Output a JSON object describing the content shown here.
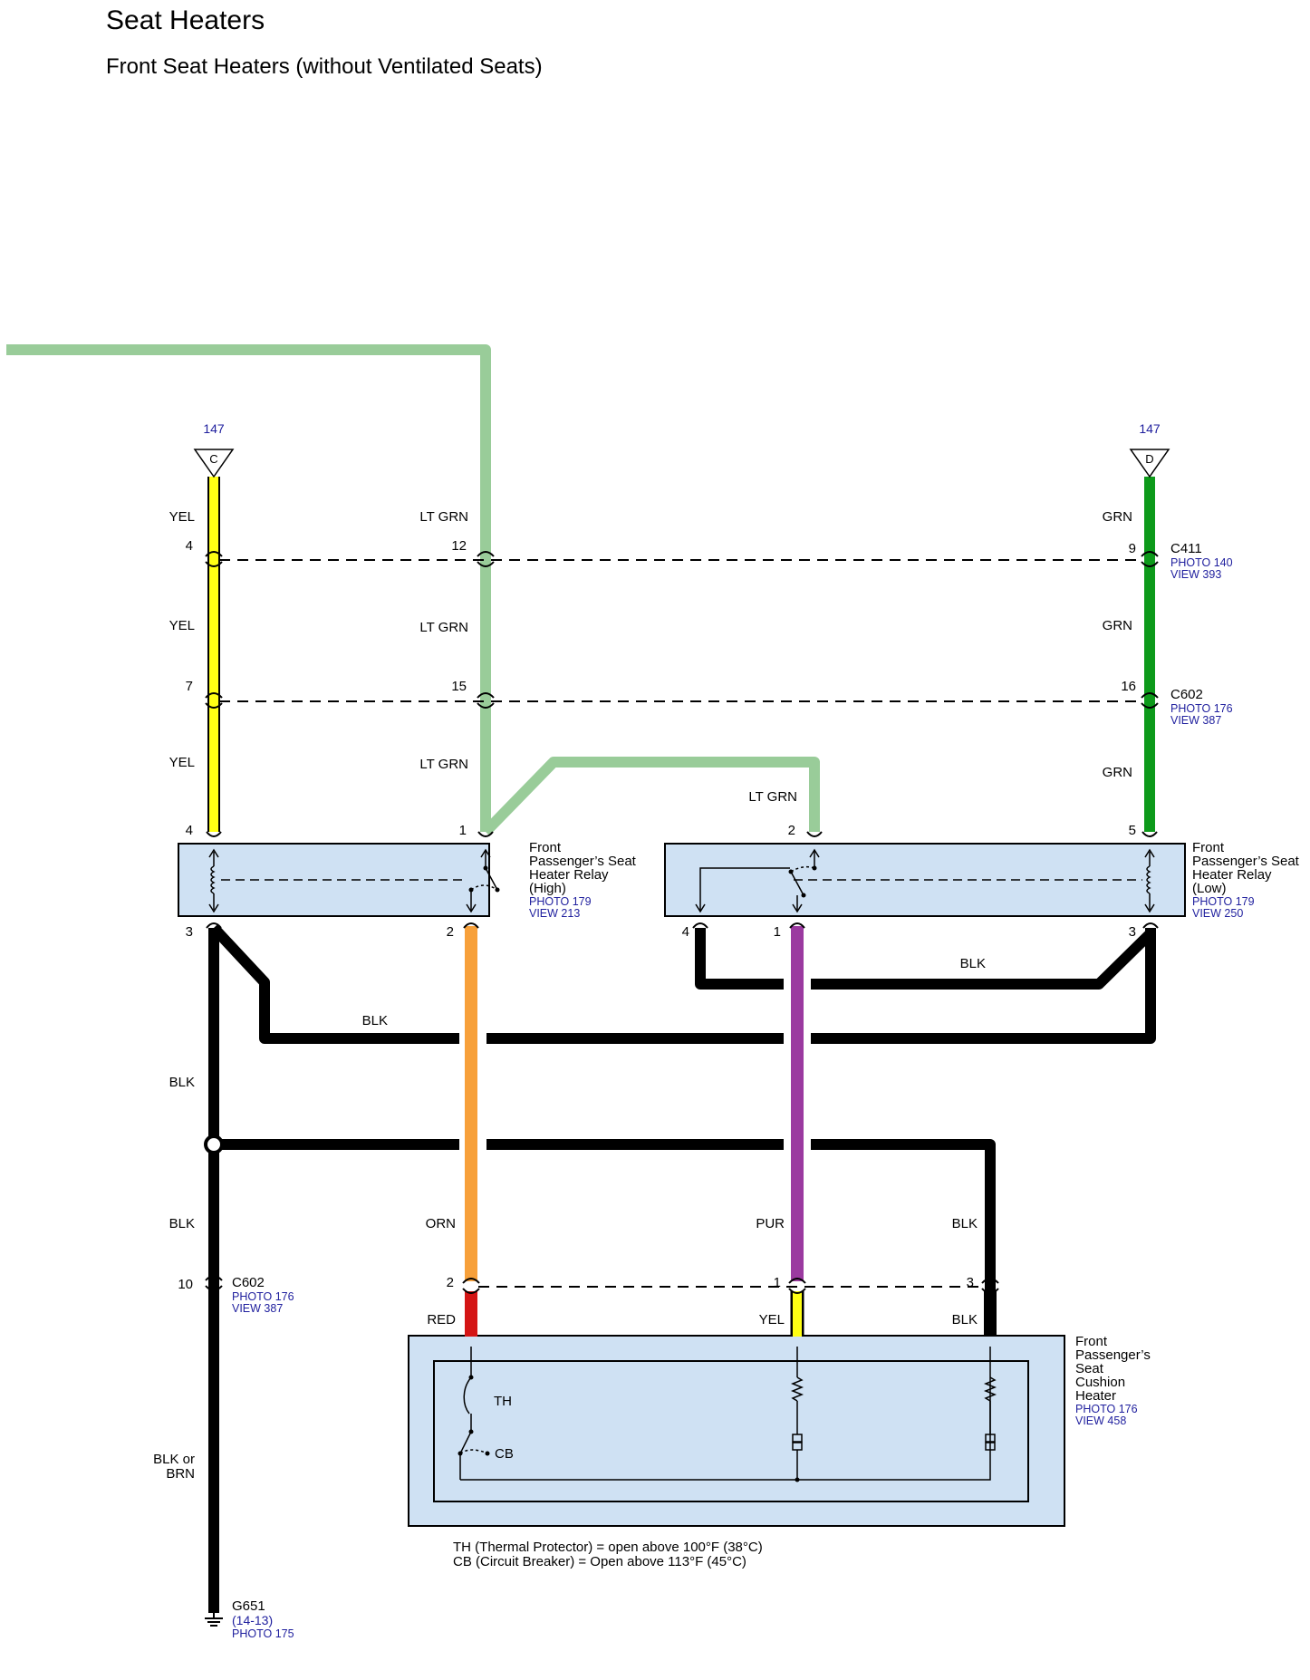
{
  "header": {
    "title": "Seat Heaters",
    "subtitle": "Front Seat Heaters (without Ventilated Seats)"
  },
  "colors": {
    "lt_grn": "#99cc99",
    "grn": "#0d9a1a",
    "yel": "#ffff14",
    "orn": "#f7a03a",
    "pur": "#9b3aa0",
    "red": "#d41515",
    "blk": "#000000",
    "box_fill": "#cfe1f3"
  },
  "feeds": {
    "left": {
      "ref": "147",
      "letter": "C"
    },
    "right": {
      "ref": "147",
      "letter": "D"
    }
  },
  "wire_labels": {
    "yel_1": "YEL",
    "yel_2": "YEL",
    "yel_3": "YEL",
    "ltgrn_1": "LT GRN",
    "ltgrn_2": "LT GRN",
    "ltgrn_3": "LT GRN",
    "ltgrn_4": "LT GRN",
    "grn_1": "GRN",
    "grn_2": "GRN",
    "grn_3": "GRN",
    "blk_1": "BLK",
    "blk_2": "BLK",
    "blk_3": "BLK",
    "blk_4": "BLK",
    "blk_5": "BLK",
    "blk_or_brn_1": "BLK or",
    "blk_or_brn_2": "BRN",
    "orn": "ORN",
    "pur": "PUR",
    "red": "RED",
    "yel_low": "YEL",
    "blk_low": "BLK"
  },
  "pins": {
    "yel_c411": "4",
    "ltgrn_c411": "12",
    "grn_c411": "9",
    "yel_c602": "7",
    "ltgrn_c602": "15",
    "grn_c602": "16",
    "relay_high_1": "4",
    "relay_high_2": "1",
    "relay_high_3": "3",
    "relay_high_4": "2",
    "relay_low_1": "2",
    "relay_low_2": "5",
    "relay_low_3": "4",
    "relay_low_4": "1",
    "relay_low_5": "3",
    "blk_c602": "10",
    "heater_1": "2",
    "heater_2": "1",
    "heater_3": "3"
  },
  "connectors": {
    "c411": {
      "name": "C411",
      "photo": "PHOTO 140",
      "view": "VIEW 393"
    },
    "c602_right": {
      "name": "C602",
      "photo": "PHOTO 176",
      "view": "VIEW 387"
    },
    "c602_left": {
      "name": "C602",
      "photo": "PHOTO 176",
      "view": "VIEW 387"
    }
  },
  "components": {
    "relay_high": {
      "lines": [
        "Front",
        "Passenger’s Seat",
        "Heater Relay",
        "(High)"
      ],
      "photo": "PHOTO 179",
      "view": "VIEW 213"
    },
    "relay_low": {
      "lines": [
        "Front",
        "Passenger’s Seat",
        "Heater Relay",
        "(Low)"
      ],
      "photo": "PHOTO 179",
      "view": "VIEW 250"
    },
    "heater": {
      "lines": [
        "Front",
        "Passenger’s",
        "Seat",
        "Cushion",
        "Heater"
      ],
      "photo": "PHOTO 176",
      "view": "VIEW 458",
      "th": "TH",
      "cb": "CB"
    },
    "ground": {
      "name": "G651",
      "ref": "(14-13)",
      "photo": "PHOTO 175"
    }
  },
  "notes": {
    "th": "TH (Thermal Protector) = open above 100°F (38°C)",
    "cb": "CB (Circuit Breaker) = Open above 113°F (45°C)"
  }
}
